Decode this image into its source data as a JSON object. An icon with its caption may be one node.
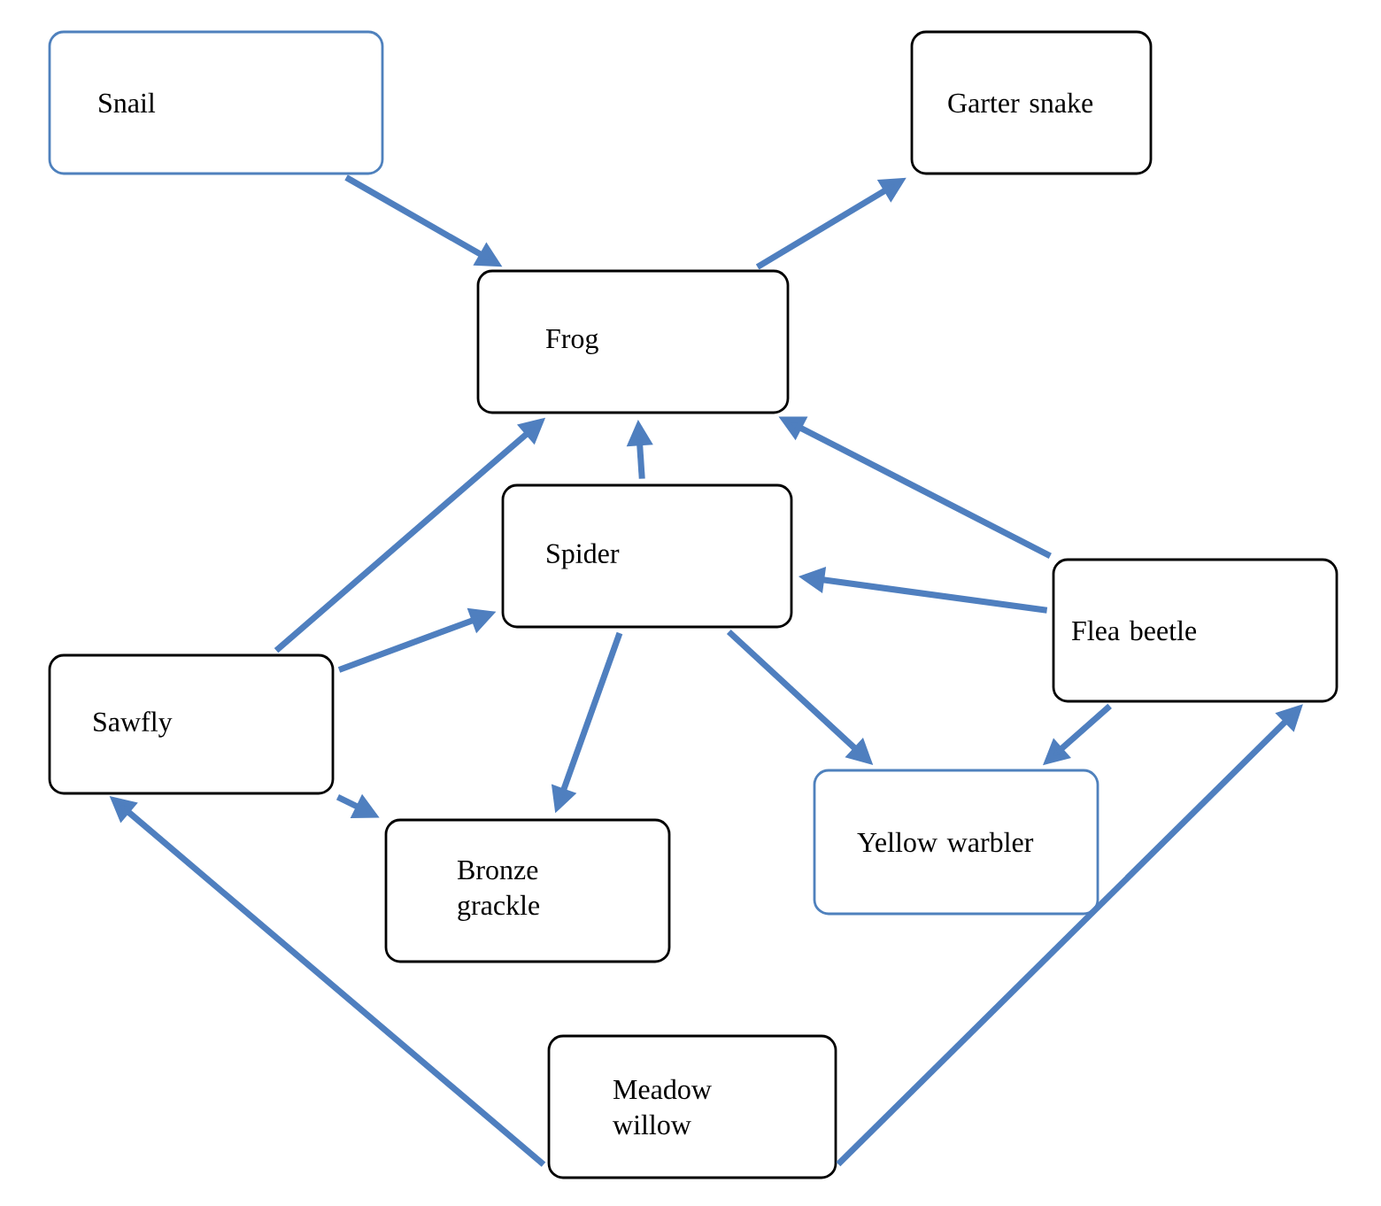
{
  "diagram": {
    "nodes": [
      {
        "text": [
          "Snail"
        ]
      },
      {
        "text": [
          "Garter snake"
        ]
      },
      {
        "text": [
          "Frog"
        ]
      },
      {
        "text": [
          "Spider"
        ]
      },
      {
        "text": [
          "Flea beetle"
        ]
      },
      {
        "text": [
          "Sawfly"
        ]
      },
      {
        "text": [
          "Yellow warbler"
        ]
      },
      {
        "text": [
          "Bronze grackle"
        ]
      },
      {
        "text": [
          "Meadow willow"
        ]
      }
    ],
    "edges": [
      {
        "from": 0,
        "to": 2,
        "arrow": "to"
      },
      {
        "from": 2,
        "to": 1,
        "arrow": "to"
      },
      {
        "from": 3,
        "to": 2,
        "arrow": "to"
      },
      {
        "from": 4,
        "to": 2,
        "arrow": "to"
      },
      {
        "from": 5,
        "to": 2,
        "arrow": "to"
      },
      {
        "from": 5,
        "to": 3,
        "arrow": "to"
      },
      {
        "from": 4,
        "to": 3,
        "arrow": "to"
      },
      {
        "from": 3,
        "to": 6,
        "arrow": "to"
      },
      {
        "from": 4,
        "to": 6,
        "arrow": "to"
      },
      {
        "from": 5,
        "to": 7,
        "arrow": "to"
      },
      {
        "from": 3,
        "to": 7,
        "arrow": "to"
      },
      {
        "from": 8,
        "to": 5,
        "arrow": "to"
      },
      {
        "from": 8,
        "to": 4,
        "arrow": "to"
      }
    ]
  }
}
